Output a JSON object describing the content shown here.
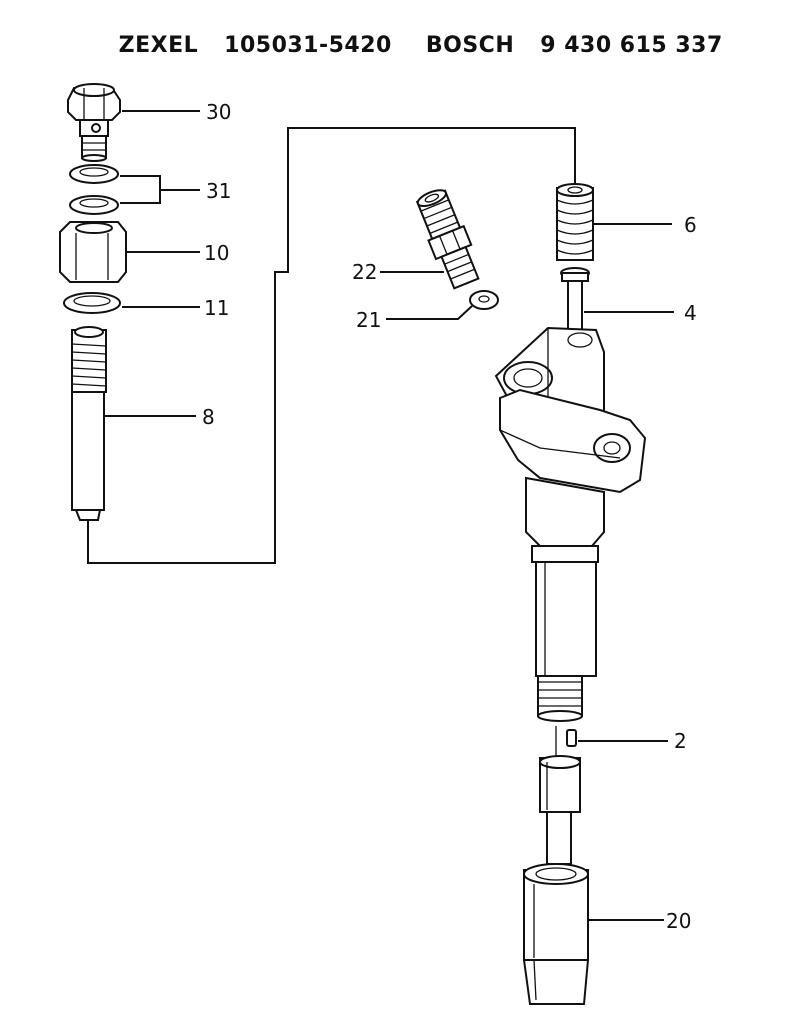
{
  "header": {
    "brand1": "ZEXEL",
    "part1": "105031-5420",
    "brand2": "BOSCH",
    "part2": "9 430 615 337"
  },
  "callouts": {
    "c30": "30",
    "c31": "31",
    "c10": "10",
    "c11": "11",
    "c8": "8",
    "c22": "22",
    "c21": "21",
    "c6": "6",
    "c4": "4",
    "c2": "2",
    "c20": "20"
  },
  "icons": [
    "banjo-bolt-icon",
    "gasket-icon",
    "nut-icon",
    "tube-icon",
    "connector-icon",
    "spring-icon",
    "push-rod-icon",
    "injector-body-icon",
    "pin-icon",
    "nozzle-icon",
    "retaining-nut-icon"
  ]
}
